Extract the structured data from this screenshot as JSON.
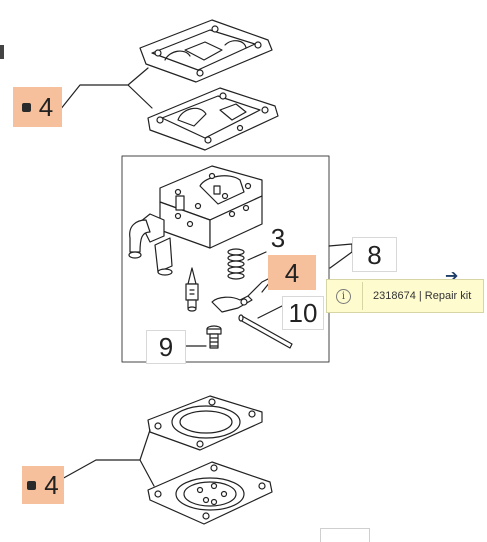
{
  "callouts": {
    "top_gasket_kit": "4",
    "mid_gasket": "4",
    "bottom_gasket_kit": "4",
    "spring": "3",
    "carburetor_assy": "8",
    "pin": "10",
    "screw": "9"
  },
  "tooltip": {
    "part_info": "2318674 | Repair kit"
  },
  "colors": {
    "highlight": "#f7c09c",
    "tooltip_bg": "#fefbcf",
    "arrow": "#1f3e66",
    "line": "#222222"
  },
  "icons": {
    "info": "info-icon",
    "arrow": "arrow-right-icon"
  }
}
